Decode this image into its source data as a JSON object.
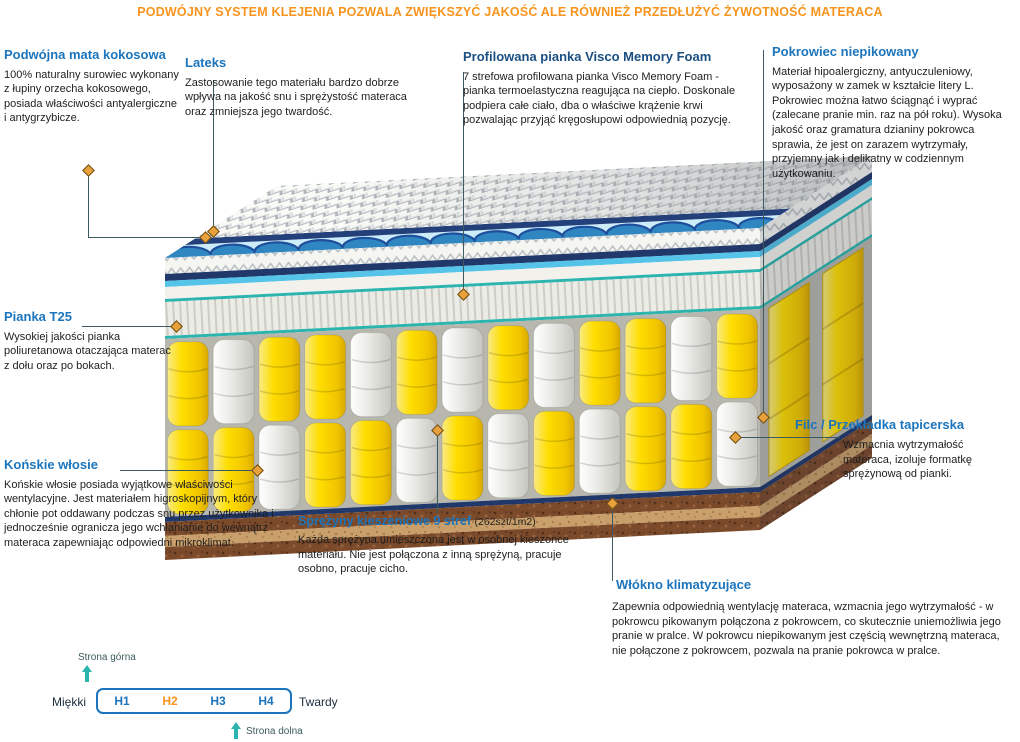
{
  "banner": {
    "text": "PODWÓJNY SYSTEM KLEJENIA POZWALA ZWIĘKSZYĆ JAKOŚĆ ALE RÓWNIEŻ PRZEDŁUŻYĆ ŻYWOTNOŚĆ MATERACA"
  },
  "annotations": {
    "coco": {
      "title": "Podwójna mata kokosowa",
      "body": "100% naturalny surowiec wykonany z łupiny orzecha kokosowego, posiada właściwości antyalergiczne i antygrzybicze."
    },
    "lateks": {
      "title": "Lateks",
      "body": "Zastosowanie tego materiału bardzo dobrze wpływa na jakość snu i sprężystość materaca oraz zmniejsza jego twardość."
    },
    "visco": {
      "title": "Profilowana pianka Visco Memory Foam",
      "body": "7 strefowa profilowana pianka Visco Memory Foam - pianka termoelastyczna reagująca na ciepło. Doskonale podpiera całe ciało, dba o właściwe krążenie krwi pozwalając przyjąć kręgosłupowi odpowiednią pozycję."
    },
    "pokrowiec": {
      "title": "Pokrowiec niepikowany",
      "body": "Materiał hipoalergiczny, antyuczuleniowy, wyposażony w zamek w kształcie litery L. Pokrowiec można łatwo ściągnąć i wyprać (zalecane pranie min. raz na pół roku). Wysoka jakość oraz gramatura dzianiny pokrowca sprawia, że jest on zarazem wytrzymały, przyjemny jak i delikatny w codziennym użytkowaniu."
    },
    "pianka_t25": {
      "title": "Pianka T25",
      "body": "Wysokiej jakości pianka poliuretanowa otaczająca materac z dołu oraz po bokach."
    },
    "konskie": {
      "title": "Końskie włosie",
      "body": "Końskie włosie posiada wyjątkowe właściwości wentylacyjne. Jest materiałem higroskopijnym, który chłonie pot oddawany podczas snu przez użytkownika i jednocześnie ogranicza jego wchłanianie do wewnątrz materaca zapewniając odpowiedni mikroklimat."
    },
    "sprezyny": {
      "title": "Sprężyny kieszeniowe 9 stref",
      "suffix": "(262szt/1m2)",
      "body": "Każda sprężyna umieszczona jest w osobnej kieszonce materiału. Nie jest połączona z inną sprężyną, pracuje osobno, pracuje cicho."
    },
    "filc": {
      "title": "Filc / Przekładka tapicerska",
      "body": "Wzmacnia wytrzymałość materaca, izoluje formatkę sprężynową od pianki."
    },
    "wlokno": {
      "title": "Włókno klimatyzujące",
      "body": "Zapewnia odpowiednią wentylację materaca, wzmacnia jego wytrzymałość - w pokrowcu pikowanym połączona z pokrowcem, co skutecznie uniemożliwia jego pranie w pralce. W pokrowcu niepikowanym jest częścią wewnętrzną materaca, nie połączone z pokrowcem, pozwala na pranie pokrowca w pralce."
    }
  },
  "scale": {
    "top_label": "Strona górna",
    "bottom_label": "Strona dolna",
    "soft_label": "Miękki",
    "hard_label": "Twardy",
    "levels": [
      {
        "label": "H1",
        "active": false
      },
      {
        "label": "H2",
        "active": true
      },
      {
        "label": "H3",
        "active": false
      },
      {
        "label": "H4",
        "active": false
      }
    ]
  },
  "colors": {
    "banner_orange": "#F7941D",
    "heading_blue": "#1C75BC",
    "teal_accent": "#2BB5AE",
    "diamond_gold": "#E9A13B",
    "spring_yellow": "#FFDE00",
    "coco_brown": "#7B4A2B",
    "wave_blue": "#2F86C0"
  }
}
